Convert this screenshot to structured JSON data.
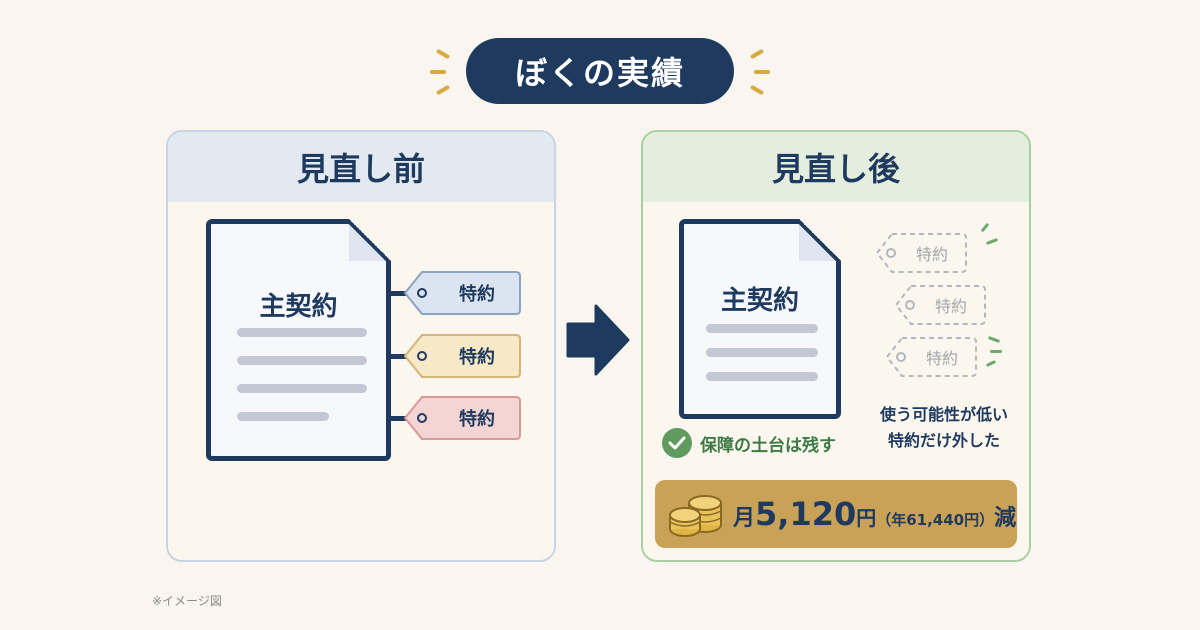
{
  "title": "ぼくの実績",
  "before": {
    "heading": "見直し前",
    "main_contract": "主契約",
    "riders": [
      {
        "label": "特約",
        "fill": "#dbe5f1"
      },
      {
        "label": "特約",
        "fill": "#f7e8c8"
      },
      {
        "label": "特約",
        "fill": "#f4d5d4"
      }
    ]
  },
  "after": {
    "heading": "見直し後",
    "main_contract": "主契約",
    "removed_riders": [
      "特約",
      "特約",
      "特約"
    ],
    "keep_caption": "保障の土台は残す",
    "removed_caption_line1": "使う可能性が低い",
    "removed_caption_line2": "特約だけ外した"
  },
  "savings": {
    "prefix": "月",
    "amount": "5,120",
    "unit": "円",
    "annual": "（年61,440円）",
    "suffix": "減"
  },
  "footnote": "※イメージ図",
  "colors": {
    "navy": "#1f3a5f",
    "gold": "#c9a157",
    "green": "#5f9a5f",
    "background": "#faf6ef"
  }
}
